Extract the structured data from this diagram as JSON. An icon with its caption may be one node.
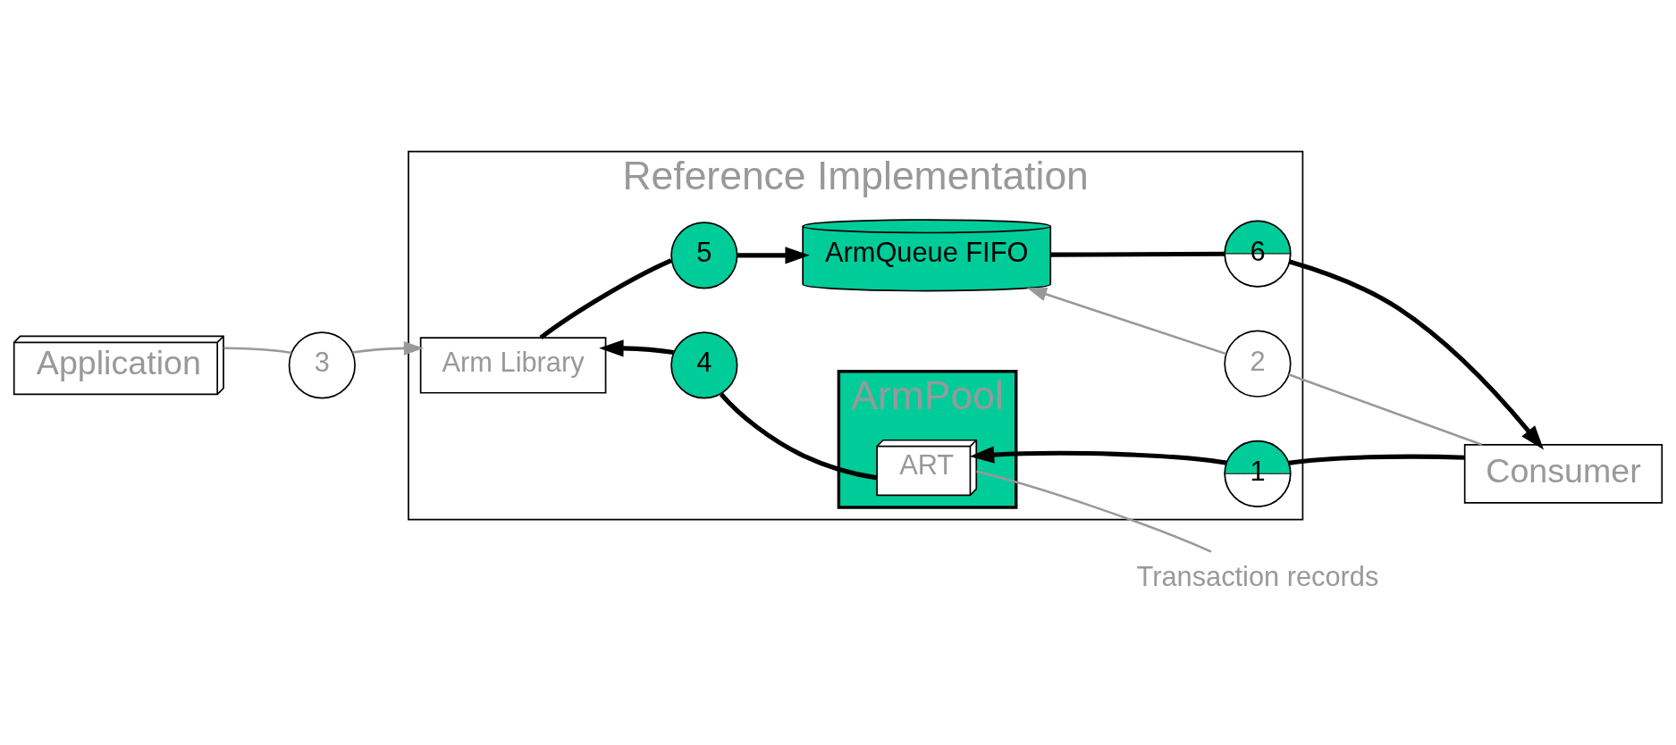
{
  "diagram": {
    "nodes": [
      {
        "text": [
          "Reference Implementation"
        ]
      },
      {
        "text": [
          "Application"
        ]
      },
      {
        "text": [
          "3"
        ]
      },
      {
        "text": [
          "Arm Library"
        ],
        "in": 0
      },
      {
        "text": [
          "ArmPool"
        ],
        "in": 0
      },
      {
        "text": [
          "ART"
        ],
        "in": 4
      },
      {
        "text": [
          "4"
        ],
        "in": 0
      },
      {
        "text": [
          "5"
        ],
        "in": 0
      },
      {
        "text": [
          "ArmQueue FIFO"
        ],
        "in": 0
      },
      {
        "text": [
          "1"
        ],
        "in": 0
      },
      {
        "text": [
          "2"
        ],
        "in": 0
      },
      {
        "text": [
          "6"
        ],
        "in": 0
      },
      {
        "text": [
          "Consumer"
        ]
      },
      {
        "text": [
          "Transaction records"
        ]
      }
    ],
    "edges": [
      {
        "from": 1,
        "to": 2,
        "arrow": "none",
        "color": "#999999"
      },
      {
        "from": 2,
        "to": 3,
        "arrow": "to",
        "color": "#999999"
      },
      {
        "from": 5,
        "to": 6,
        "arrow": "none"
      },
      {
        "from": 6,
        "to": 3,
        "arrow": "to"
      },
      {
        "from": 3,
        "to": 7,
        "arrow": "none"
      },
      {
        "from": 7,
        "to": 8,
        "arrow": "to"
      },
      {
        "from": 12,
        "to": 9,
        "arrow": "none"
      },
      {
        "from": 9,
        "to": 5,
        "arrow": "to"
      },
      {
        "from": 12,
        "to": 10,
        "arrow": "none",
        "color": "#999999"
      },
      {
        "from": 10,
        "to": 8,
        "arrow": "to",
        "color": "#999999"
      },
      {
        "from": 8,
        "to": 11,
        "arrow": "none"
      },
      {
        "from": 11,
        "to": 12,
        "arrow": "to"
      },
      {
        "from": 13,
        "to": 5,
        "arrow": "none",
        "color": "#999999"
      }
    ]
  }
}
